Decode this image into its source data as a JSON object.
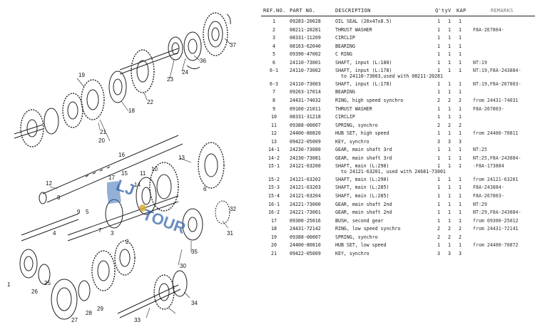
{
  "headers": {
    "ref": "REF.NO.",
    "part": "PART NO.",
    "desc": "DESCRIPTION",
    "q1": "Q'ty",
    "q2": "V",
    "q3": "KAP",
    "remarks": "REMARKS"
  },
  "rows": [
    {
      "ref": "1",
      "part": "09283-20028",
      "desc": "OIL SEAL (20x47x8.5)",
      "q": [
        "1",
        "1",
        "1"
      ],
      "rem": ""
    },
    {
      "ref": "2",
      "part": "08211-20281",
      "desc": "THRUST WASHER",
      "q": [
        "1",
        "1",
        "1"
      ],
      "rem": "F8A-2E7804-"
    },
    {
      "ref": "3",
      "part": "08331-11209",
      "desc": "CIRCLIP",
      "q": [
        "1",
        "1",
        "1"
      ],
      "rem": ""
    },
    {
      "ref": "4",
      "part": "08163-62040",
      "desc": "BEARING",
      "q": [
        "1",
        "1",
        "1"
      ],
      "rem": ""
    },
    {
      "ref": "5",
      "part": "09390-47002",
      "desc": "C RING",
      "q": [
        "1",
        "1",
        "1"
      ],
      "rem": ""
    },
    {
      "ref": "6",
      "part": "24110-73001",
      "desc": "SHAFT, input (L:180)",
      "q": [
        "1",
        "1",
        "1"
      ],
      "rem": "NT:19"
    },
    {
      "ref": "6-1",
      "part": "24110-73002",
      "desc": "SHAFT, input (L:178)",
      "desc2": "to 24110-73003,used with 08211-20281",
      "q": [
        "1",
        "1",
        "1"
      ],
      "rem": "NT:19,F8A-243884-"
    },
    {
      "ref": "6-3",
      "part": "24110-73003",
      "desc": "SHAFT, input (L:178)",
      "q": [
        "1",
        "1",
        "1"
      ],
      "rem": "NT:19,F8A-267803-"
    },
    {
      "ref": "7",
      "part": "09263-17014",
      "desc": "BEARING",
      "q": [
        "1",
        "1",
        "1"
      ],
      "rem": ""
    },
    {
      "ref": "8",
      "part": "24431-74032",
      "desc": "RING, high speed synchro",
      "q": [
        "2",
        "2",
        "2"
      ],
      "rem": "from 24431-74031"
    },
    {
      "ref": "9",
      "part": "09160-21011",
      "desc": "THRUST WASHER",
      "q": [
        "1",
        "1",
        "1"
      ],
      "rem": "F8A-267803-"
    },
    {
      "ref": "10",
      "part": "08331-31218",
      "desc": "CIRCLIP",
      "q": [
        "1",
        "1",
        "1"
      ],
      "rem": ""
    },
    {
      "ref": "11",
      "part": "09388-00007",
      "desc": "SPRING, synchro",
      "q": [
        "2",
        "2",
        "2"
      ],
      "rem": ""
    },
    {
      "ref": "12",
      "part": "24400-80820",
      "desc": "HUB SET, high speed",
      "q": [
        "1",
        "1",
        "1"
      ],
      "rem": "from 24400-70811"
    },
    {
      "ref": "13",
      "part": "09422-05009",
      "desc": "KEY, synchro",
      "q": [
        "3",
        "3",
        "3"
      ],
      "rem": ""
    },
    {
      "ref": "14-1",
      "part": "24230-73080",
      "desc": "GEAR, main shaft 3rd",
      "q": [
        "1",
        "1",
        "1"
      ],
      "rem": "NT:25"
    },
    {
      "ref": "14-2",
      "part": "24230-73081",
      "desc": "GEAR, main shaft 3rd",
      "q": [
        "1",
        "1",
        "1"
      ],
      "rem": "NT:25,F8A-243884-"
    },
    {
      "ref": "15-1",
      "part": "24121-63200",
      "desc": "SHAFT, main (L:290)",
      "desc2": "to 24121-63201, used with 24681-73001",
      "q": [
        "1",
        "1",
        "1"
      ],
      "rem": "-F8A-173884"
    },
    {
      "ref": "15-2",
      "part": "24121-63202",
      "desc": "SHAFT, main (L:290)",
      "q": [
        "1",
        "1",
        "1"
      ],
      "rem": "from 24121-63201"
    },
    {
      "ref": "15-3",
      "part": "24121-63203",
      "desc": "SHAFT, main (L:285)",
      "q": [
        "1",
        "1",
        "1"
      ],
      "rem": "F8A-243884-"
    },
    {
      "ref": "15-4",
      "part": "24121-63204",
      "desc": "SHAFT, main (L:285)",
      "q": [
        "1",
        "1",
        "1"
      ],
      "rem": "F8A-267803-"
    },
    {
      "ref": "16-1",
      "part": "24221-73000",
      "desc": "GEAR, main shaft 2nd",
      "q": [
        "1",
        "1",
        "1"
      ],
      "rem": "NT:29"
    },
    {
      "ref": "16-2",
      "part": "24221-73001",
      "desc": "GEAR, main shaft 2nd",
      "q": [
        "1",
        "1",
        "1"
      ],
      "rem": "NT:29,F8A-243884-"
    },
    {
      "ref": "17",
      "part": "09300-25016",
      "desc": "BUSH, second gear",
      "q": [
        "1",
        "1",
        "1"
      ],
      "rem": "from 09300-25012"
    },
    {
      "ref": "18",
      "part": "24431-72142",
      "desc": "RING, low speed synchro",
      "q": [
        "2",
        "2",
        "2"
      ],
      "rem": "from 24431-72141"
    },
    {
      "ref": "19",
      "part": "09388-00007",
      "desc": "SPRING, synchro",
      "q": [
        "2",
        "2",
        "2"
      ],
      "rem": ""
    },
    {
      "ref": "20",
      "part": "24400-80810",
      "desc": "HUB SET, low speed",
      "q": [
        "1",
        "1",
        "1"
      ],
      "rem": "from 24400-70872"
    },
    {
      "ref": "21",
      "part": "09422-05009",
      "desc": "KEY, synchro",
      "q": [
        "3",
        "3",
        "3"
      ],
      "rem": ""
    }
  ],
  "callouts": [
    "37",
    "36",
    "23",
    "24",
    "22",
    "19",
    "18",
    "20",
    "21",
    "16",
    "17",
    "15",
    "14",
    "10",
    "11",
    "12",
    "13",
    "6",
    "5",
    "9",
    "8",
    "7",
    "3",
    "4",
    "2",
    "1",
    "31",
    "32",
    "30",
    "35",
    "33",
    "34",
    "28",
    "29",
    "27",
    "26",
    "25"
  ],
  "watermark": "LJ TOUR"
}
